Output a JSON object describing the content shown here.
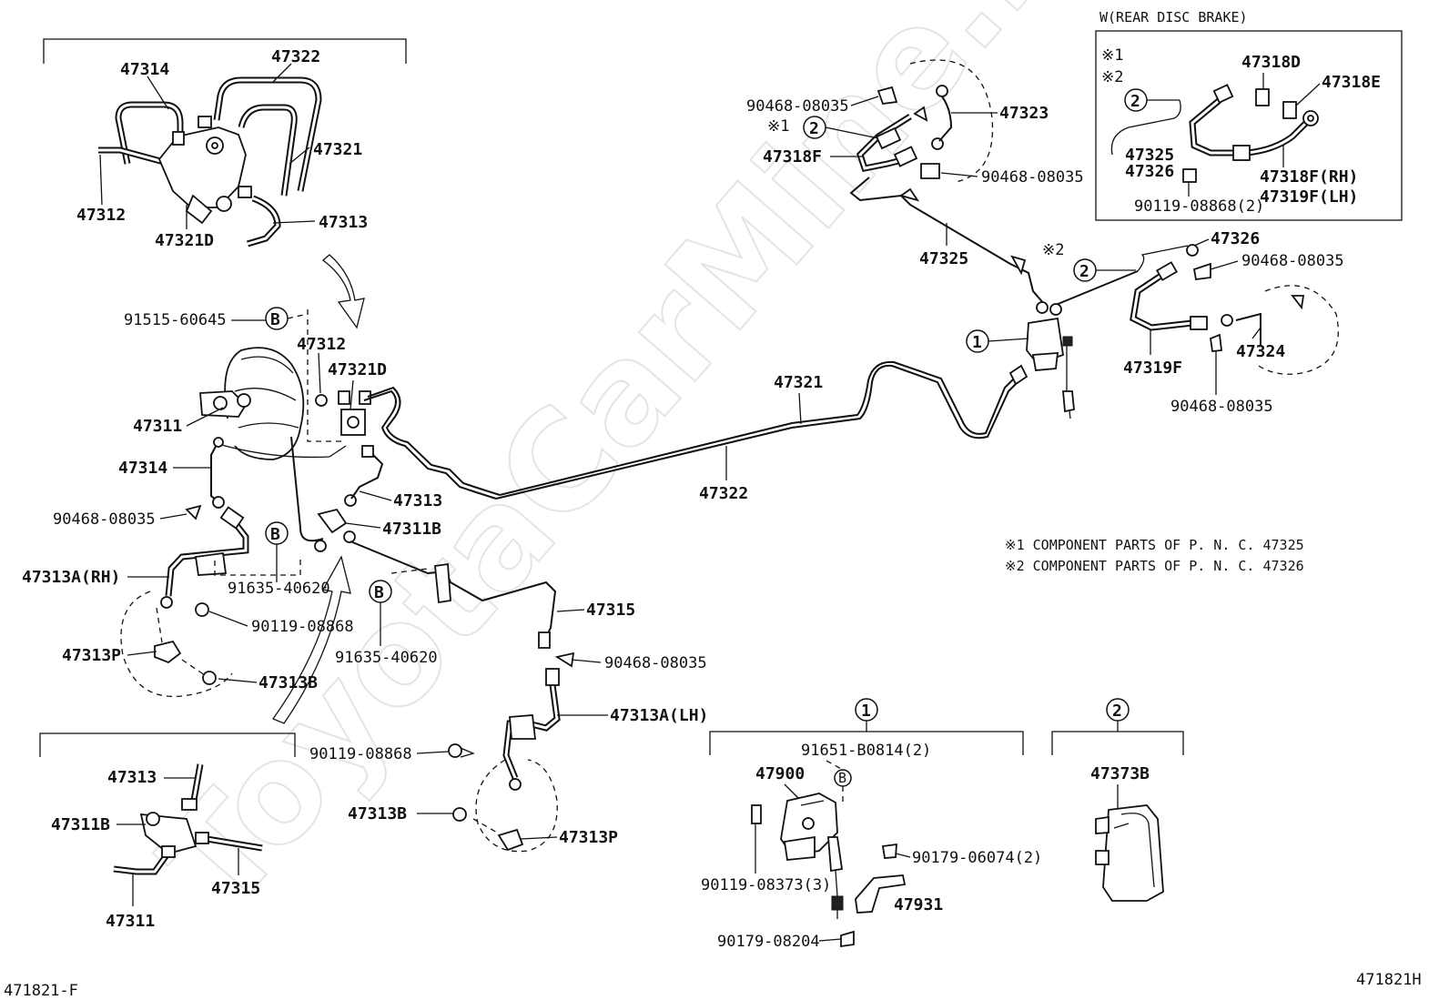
{
  "watermark": "ToyotaCarMine.ru",
  "ref_bottom_left": "471821-F",
  "ref_bottom_right": "471821H",
  "inset_title": "W(REAR DISC BRAKE)",
  "notes": {
    "n1": "※1 COMPONENT  PARTS  OF  P. N. C.  47325",
    "n2": "※2 COMPONENT  PARTS  OF  P. N. C.  47326"
  },
  "markers": {
    "circle1": "1",
    "circle2": "2",
    "circleB": "B",
    "ast1": "※1",
    "ast2": "※2"
  },
  "labels": {
    "p47314_top": "47314",
    "p47322_top": "47322",
    "p47321_top": "47321",
    "p47312_top": "47312",
    "p47321D_top": "47321D",
    "p47313_top": "47313",
    "p91515": "91515-60645",
    "p47312_mid": "47312",
    "p47321D_mid": "47321D",
    "p47311": "47311",
    "p47314_mid": "47314",
    "p47313_mid": "47313",
    "p47311B_mid": "47311B",
    "p90468_l": "90468-08035",
    "p91635_a": "91635-40620",
    "p47313ARH": "47313A(RH)",
    "p90119_a": "90119-08868",
    "p47313P_l": "47313P",
    "p47313B_l": "47313B",
    "p91635_b": "91635-40620",
    "p47315": "47315",
    "p90468_m": "90468-08035",
    "p47313ALH": "47313A(LH)",
    "p90119_b": "90119-08868",
    "p47313B_r": "47313B",
    "p47313P_r": "47313P",
    "p47321_mid": "47321",
    "p47322_mid": "47322",
    "p90468_t1": "90468-08035",
    "p47323": "47323",
    "p47318F": "47318F",
    "p90468_t2": "90468-08035",
    "p47325": "47325",
    "p47326": "47326",
    "p90468_r1": "90468-08035",
    "p47319F": "47319F",
    "p47324": "47324",
    "p90468_r2": "90468-08035",
    "i47318D": "47318D",
    "i47318E": "47318E",
    "i47325": "47325",
    "i47326": "47326",
    "i47318FRH": "47318F(RH)",
    "i47319FLH": "47319F(LH)",
    "i90119": "90119-08868(2)",
    "d47313": "47313",
    "d47311B": "47311B",
    "d47315": "47315",
    "d47311": "47311",
    "v91651": "91651-B0814(2)",
    "v47900": "47900",
    "v90119": "90119-08373(3)",
    "v90179a": "90179-06074(2)",
    "v47931": "47931",
    "v90179b": "90179-08204",
    "v47373B": "47373B"
  }
}
